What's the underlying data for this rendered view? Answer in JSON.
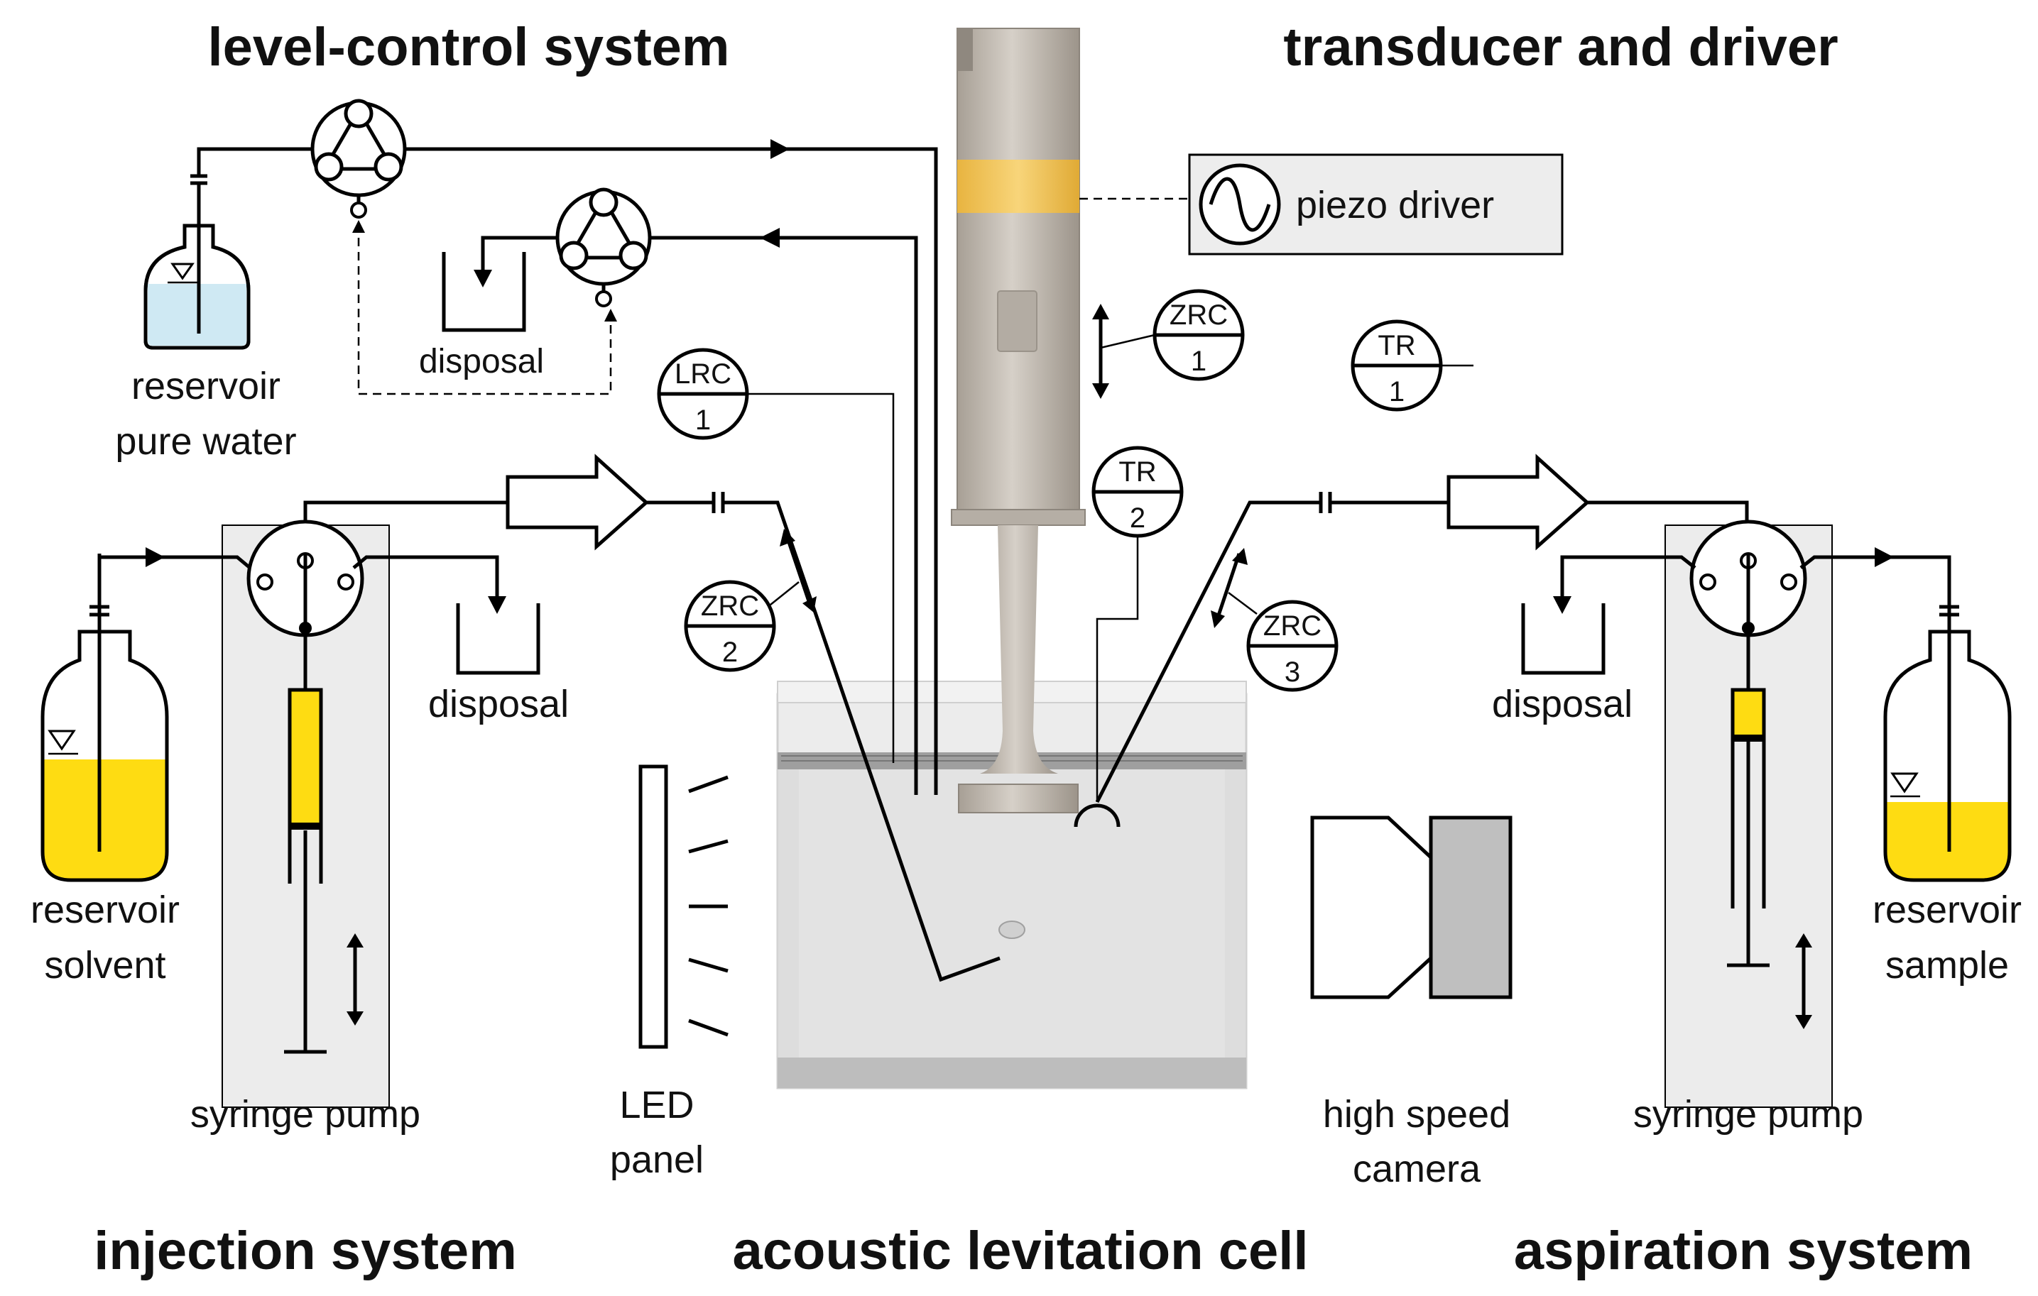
{
  "section_titles": {
    "level_control": "level-control system",
    "transducer": "transducer and driver",
    "injection": "injection system",
    "levitation_cell": "acoustic levitation cell",
    "aspiration": "aspiration system"
  },
  "labels": {
    "reservoir_pure_water": [
      "reservoir",
      "pure water"
    ],
    "disposal_top": "disposal",
    "piezo_driver": "piezo driver",
    "reservoir_solvent": [
      "reservoir",
      "solvent"
    ],
    "disposal_left": "disposal",
    "syringe_pump_left": "syringe pump",
    "led_panel": [
      "LED",
      "panel"
    ],
    "high_speed_camera": [
      "high speed",
      "camera"
    ],
    "disposal_right": "disposal",
    "syringe_pump_right": "syringe pump",
    "reservoir_sample": [
      "reservoir",
      "sample"
    ]
  },
  "instruments": [
    {
      "id": "lrc1",
      "top": "LRC",
      "bottom": "1"
    },
    {
      "id": "zrc1",
      "top": "ZRC",
      "bottom": "1"
    },
    {
      "id": "tr1",
      "top": "TR",
      "bottom": "1"
    },
    {
      "id": "tr2",
      "top": "TR",
      "bottom": "2"
    },
    {
      "id": "zrc2",
      "top": "ZRC",
      "bottom": "2"
    },
    {
      "id": "zrc3",
      "top": "ZRC",
      "bottom": "3"
    }
  ],
  "colors": {
    "pure_water": "#cfe9f3",
    "solvent": "#fedc12",
    "sample": "#fedc12",
    "piezo_band": "#f5c557",
    "transducer_body": "#bdb6ad",
    "cell_glass": "#e6e6e6",
    "camera_body": "#bfbfbf",
    "pump_frame": "#ececec"
  }
}
